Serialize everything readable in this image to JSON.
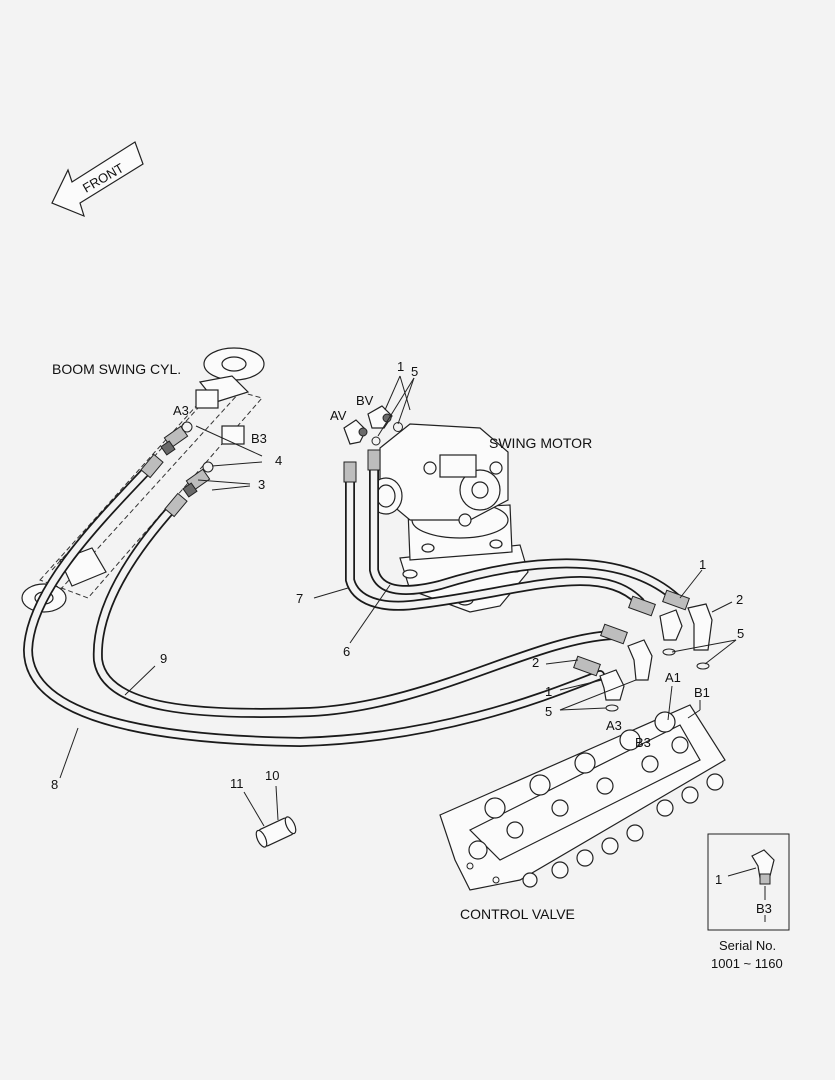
{
  "front_arrow": {
    "text": "FRONT",
    "icon": "front-arrow-icon"
  },
  "components": {
    "boom_swing_cyl": "BOOM SWING CYL.",
    "swing_motor": "SWING MOTOR",
    "control_valve": "CONTROL VALVE"
  },
  "ports": {
    "a3_cyl": "A3",
    "b3_cyl": "B3",
    "av": "AV",
    "bv": "BV",
    "a1": "A1",
    "b1": "B1",
    "a3_valve": "A3",
    "b3_valve": "B3"
  },
  "callouts": {
    "c1_top": "1",
    "c5_top": "5",
    "c4": "4",
    "c3": "3",
    "c7": "7",
    "c6": "6",
    "c9": "9",
    "c8": "8",
    "c1_right": "1",
    "c2_right": "2",
    "c5_right": "5",
    "c2_mid": "2",
    "c1_mid": "1",
    "c5_mid": "5",
    "c11": "11",
    "c10": "10"
  },
  "inset": {
    "callout": "1",
    "port": "B3",
    "serial_label": "Serial No.",
    "serial_range": "1001 ~ 1160"
  }
}
